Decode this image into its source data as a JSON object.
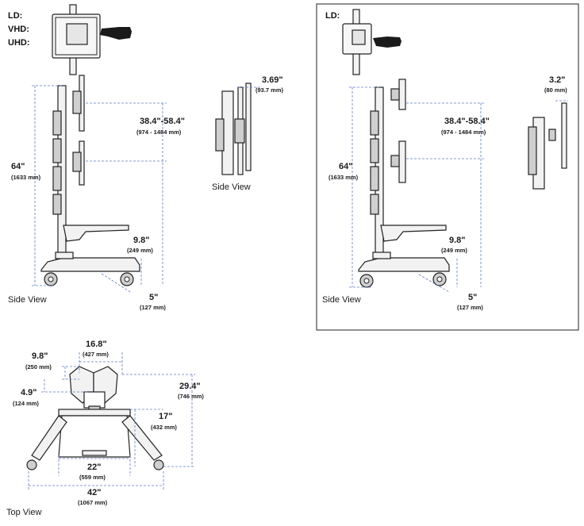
{
  "left_panel": {
    "models": [
      "LD:",
      "VHD:",
      "UHD:"
    ],
    "height_label": "64\"",
    "height_mm": "(1633 mm)",
    "mount_range": "38.4\"-58.4\"",
    "mount_range_mm": "(974 - 1484 mm)",
    "shelf_label": "9.8\"",
    "shelf_mm": "(249 mm)",
    "caster_label": "5\"",
    "caster_mm": "(127 mm)",
    "caption": "Side View",
    "side_depth": "3.69\"",
    "side_depth_mm": "(93.7 mm)",
    "side_caption": "Side View"
  },
  "right_panel": {
    "models": [
      "LD:"
    ],
    "height_label": "64\"",
    "height_mm": "(1633 mm)",
    "mount_range": "38.4\"-58.4\"",
    "mount_range_mm": "(974 - 1484 mm)",
    "shelf_label": "9.8\"",
    "shelf_mm": "(249 mm)",
    "caster_label": "5\"",
    "caster_mm": "(127 mm)",
    "caption": "Side View",
    "side_depth": "3.2\"",
    "side_depth_mm": "(80 mm)"
  },
  "top_view": {
    "caption": "Top View",
    "w1": "16.8\"",
    "w1_mm": "(427 mm)",
    "w2": "9.8\"",
    "w2_mm": "(250 mm)",
    "w3": "4.9\"",
    "w3_mm": "(124 mm)",
    "d1": "29.4\"",
    "d1_mm": "(746 mm)",
    "d2": "17\"",
    "d2_mm": "(432 mm)",
    "w4": "22\"",
    "w4_mm": "(559 mm)",
    "w5": "42\"",
    "w5_mm": "(1067 mm)"
  }
}
